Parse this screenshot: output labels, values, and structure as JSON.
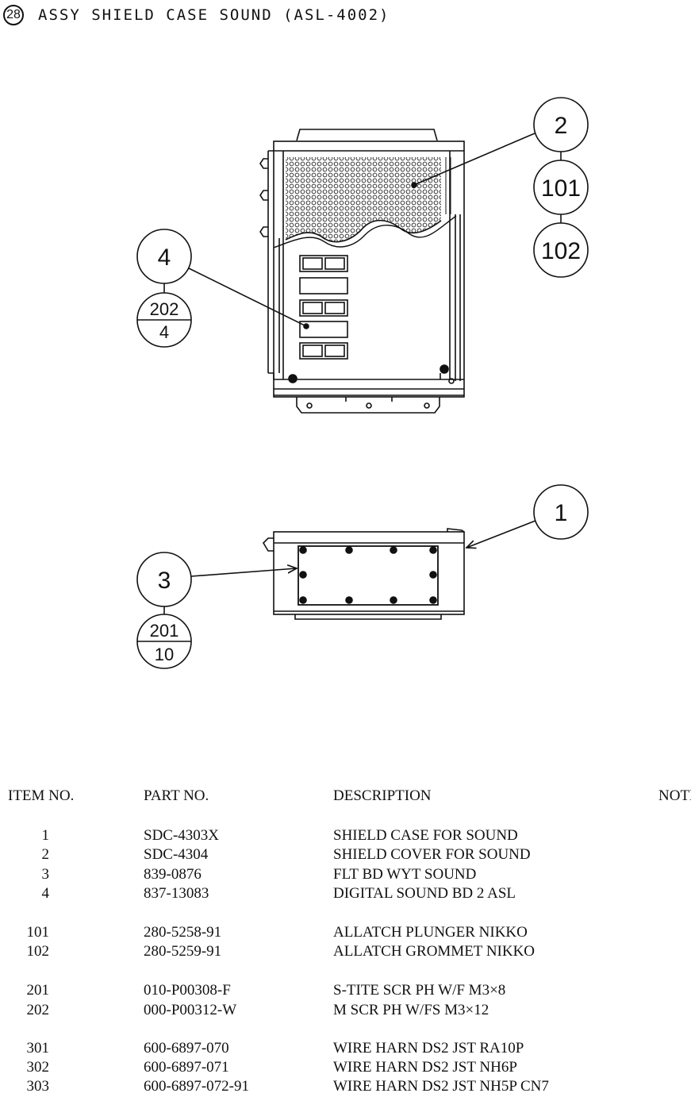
{
  "header": {
    "figure_number": "28",
    "title": "ASSY SHIELD CASE SOUND (ASL-4002)"
  },
  "callouts": {
    "c2": "2",
    "c101": "101",
    "c102": "102",
    "c4": "4",
    "c202": "202",
    "c4qty": "4",
    "c1": "1",
    "c3": "3",
    "c201": "201",
    "c10": "10"
  },
  "table": {
    "headers": {
      "item": "ITEM NO.",
      "part": "PART NO.",
      "desc": "DESCRIPTION",
      "note": "NOTE"
    },
    "rows": [
      {
        "item": "1",
        "part": "SDC-4303X",
        "desc": "SHIELD CASE FOR SOUND"
      },
      {
        "item": "2",
        "part": "SDC-4304",
        "desc": "SHIELD COVER FOR SOUND"
      },
      {
        "item": "3",
        "part": "839-0876",
        "desc": "FLT BD WYT SOUND"
      },
      {
        "item": "4",
        "part": "837-13083",
        "desc": "DIGITAL SOUND BD 2 ASL"
      },
      {
        "item": "101",
        "part": "280-5258-91",
        "desc": "ALLATCH PLUNGER NIKKO"
      },
      {
        "item": "102",
        "part": "280-5259-91",
        "desc": "ALLATCH GROMMET NIKKO"
      },
      {
        "item": "201",
        "part": "010-P00308-F",
        "desc": "S-TITE SCR PH W/F M3×8"
      },
      {
        "item": "202",
        "part": "000-P00312-W",
        "desc": "M SCR PH W/FS M3×12"
      },
      {
        "item": "301",
        "part": "600-6897-070",
        "desc": "WIRE HARN DS2 JST RA10P"
      },
      {
        "item": "302",
        "part": "600-6897-071",
        "desc": "WIRE HARN DS2 JST NH6P"
      },
      {
        "item": "303",
        "part": "600-6897-072-91",
        "desc": "WIRE HARN DS2 JST NH5P CN7"
      }
    ]
  }
}
